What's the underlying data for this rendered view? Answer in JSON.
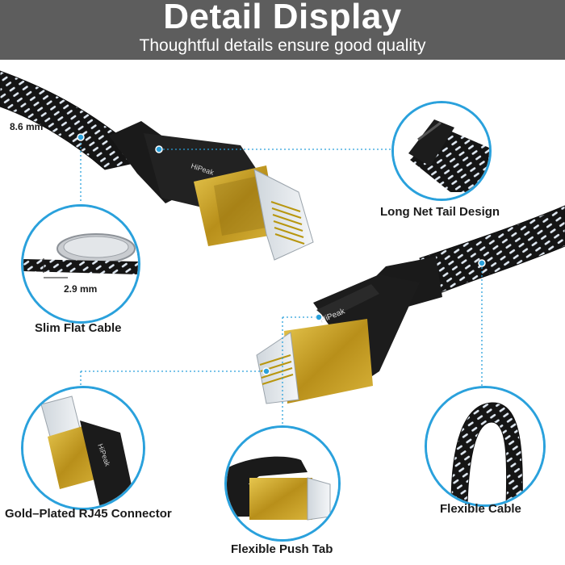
{
  "header": {
    "title": "Detail Display",
    "subtitle": "Thoughtful details ensure good quality"
  },
  "dimensions": {
    "width": "8.6 mm",
    "thickness": "2.9 mm"
  },
  "features": {
    "long_net_tail": "Long Net Tail Design",
    "slim_flat": "Slim Flat Cable",
    "gold_plated": "Gold–Plated RJ45 Connector",
    "push_tab": "Flexible Push Tab",
    "flexible_cable": "Flexible Cable"
  },
  "brand": "HiPeak",
  "colors": {
    "header_bg": "#5d5d5d",
    "accent_blue": "#2aa1dc",
    "cable_black": "#161616",
    "braid_white": "#e8eef5",
    "gold": "#c9a227"
  }
}
